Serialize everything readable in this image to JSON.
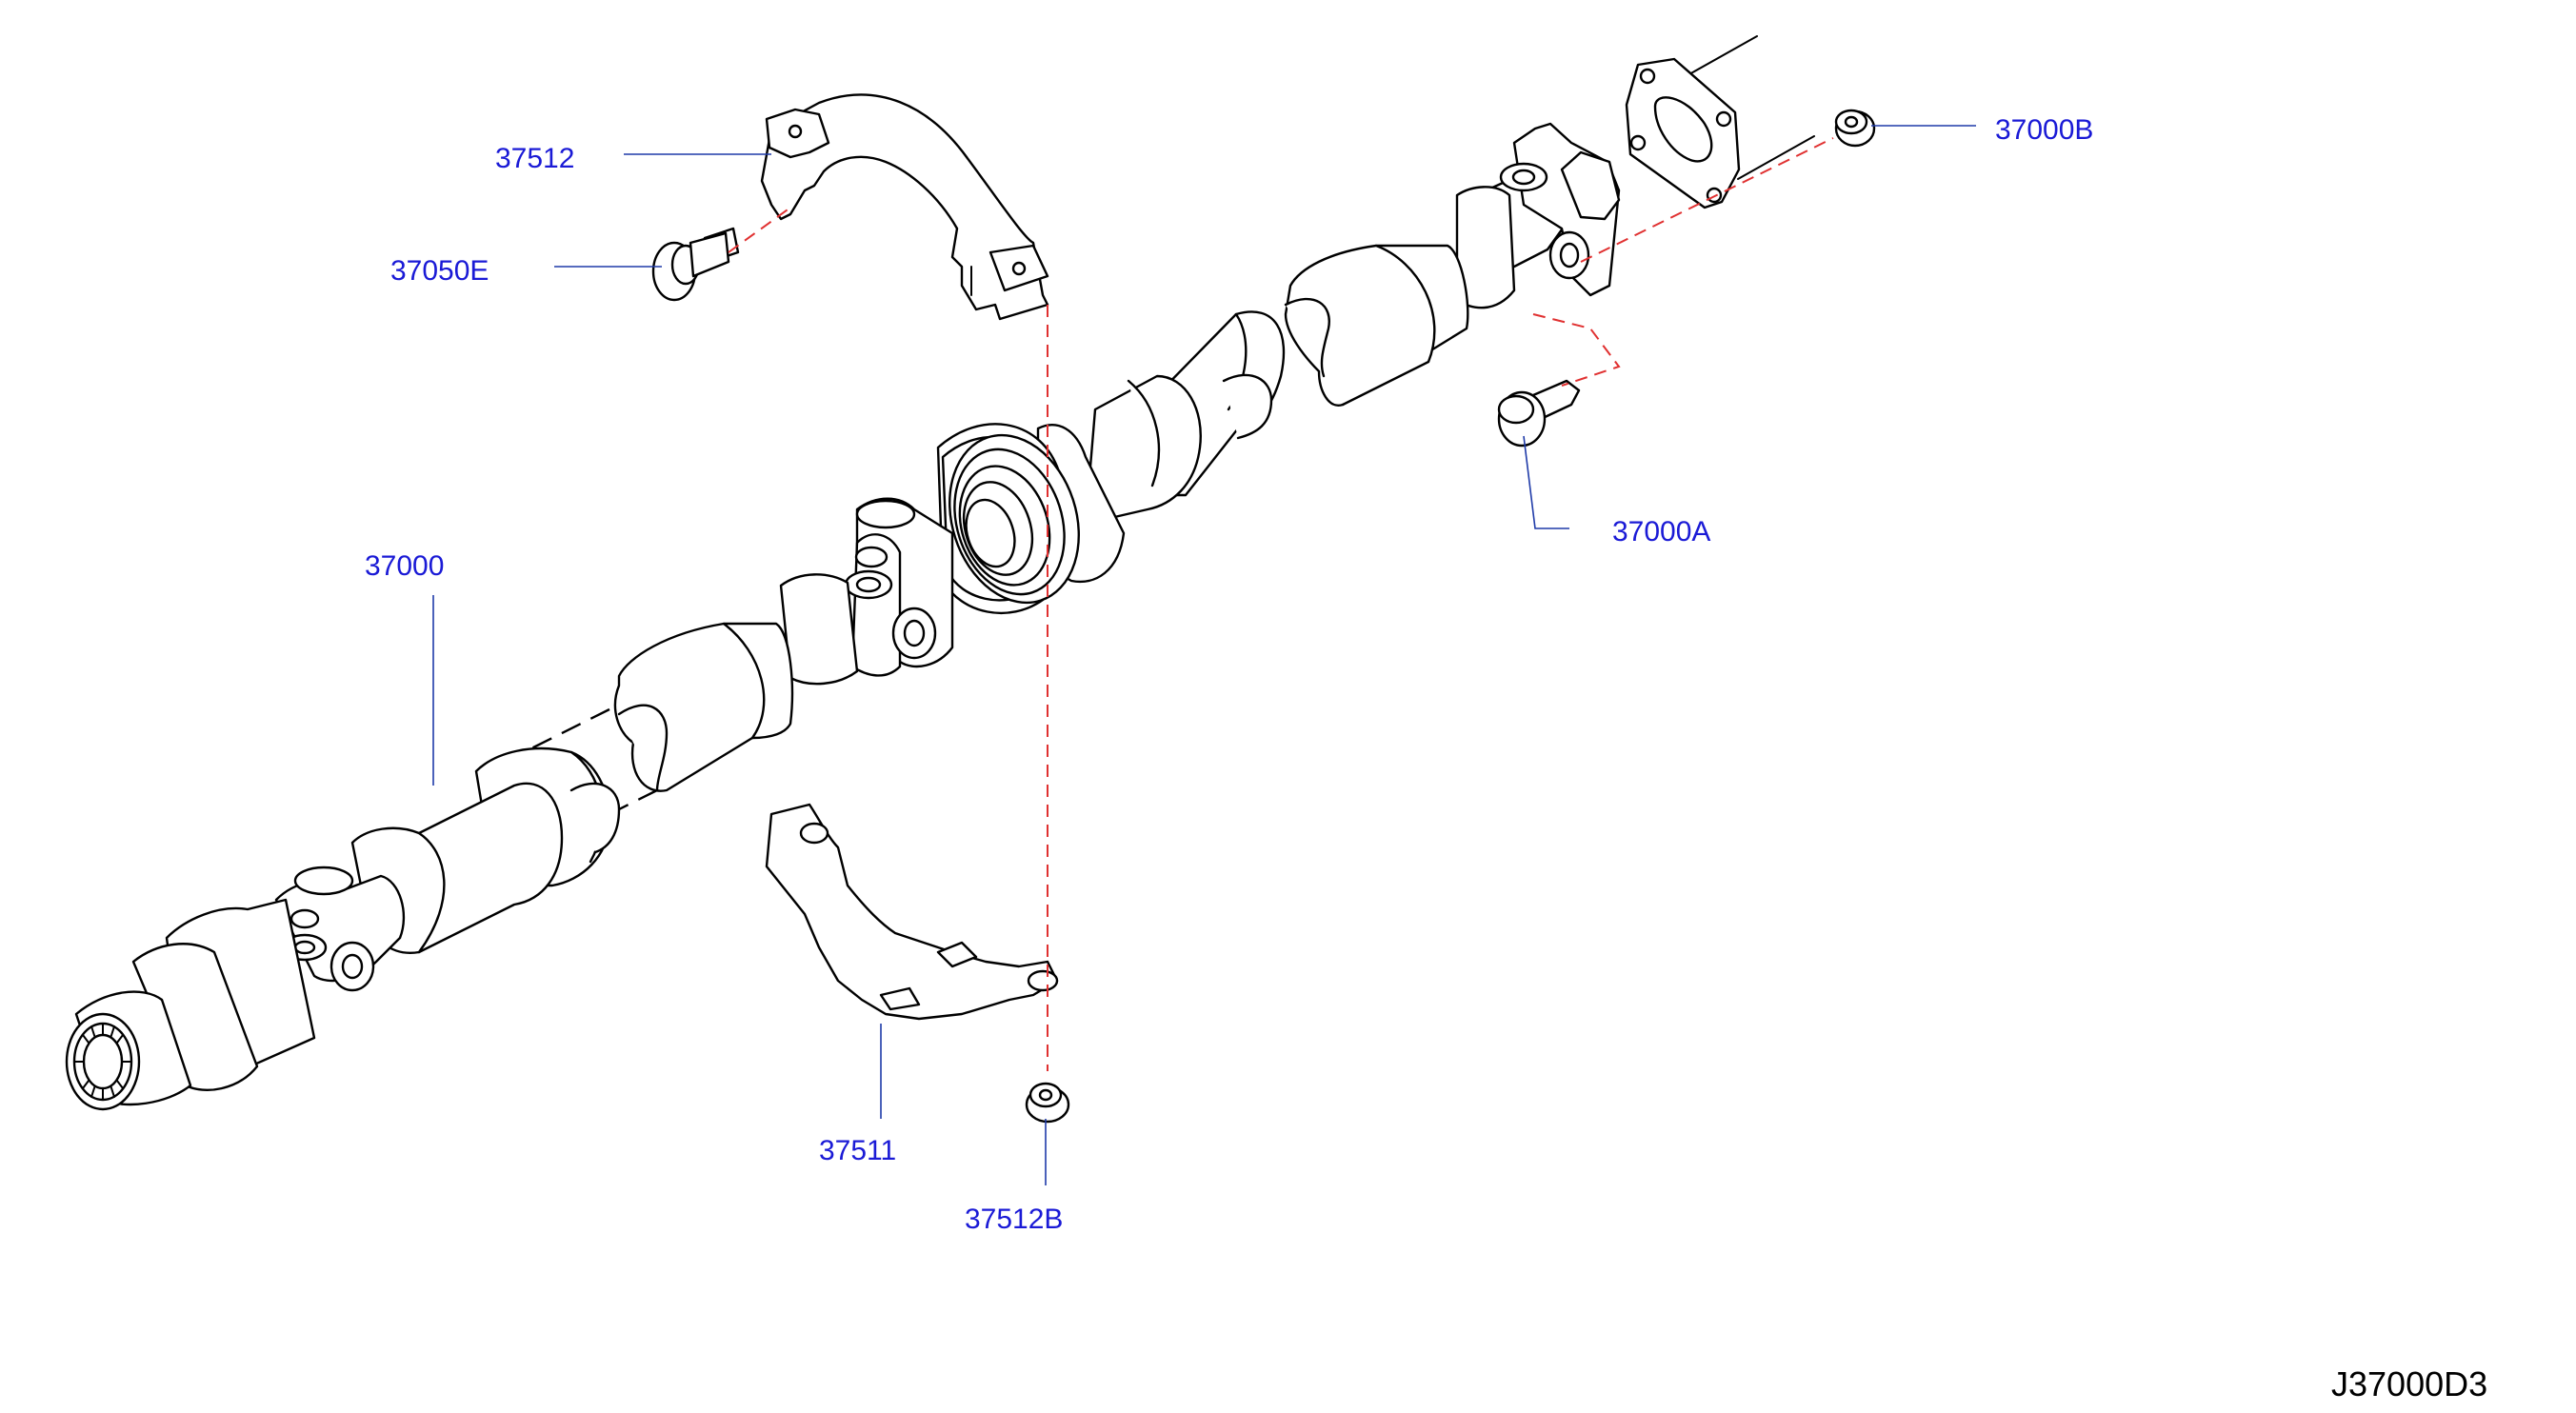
{
  "diagram": {
    "callouts": {
      "p37512": "37512",
      "p37050E": "37050E",
      "p37000": "37000",
      "p37000A": "37000A",
      "p37000B": "37000B",
      "p37511": "37511",
      "p37512B": "37512B"
    },
    "reference_code": "J37000D3",
    "colors": {
      "callout_text": "#1a1ad6",
      "leader_line": "#1e3aa8",
      "assembly_line": "#e03030",
      "part_outline": "#000000"
    }
  }
}
